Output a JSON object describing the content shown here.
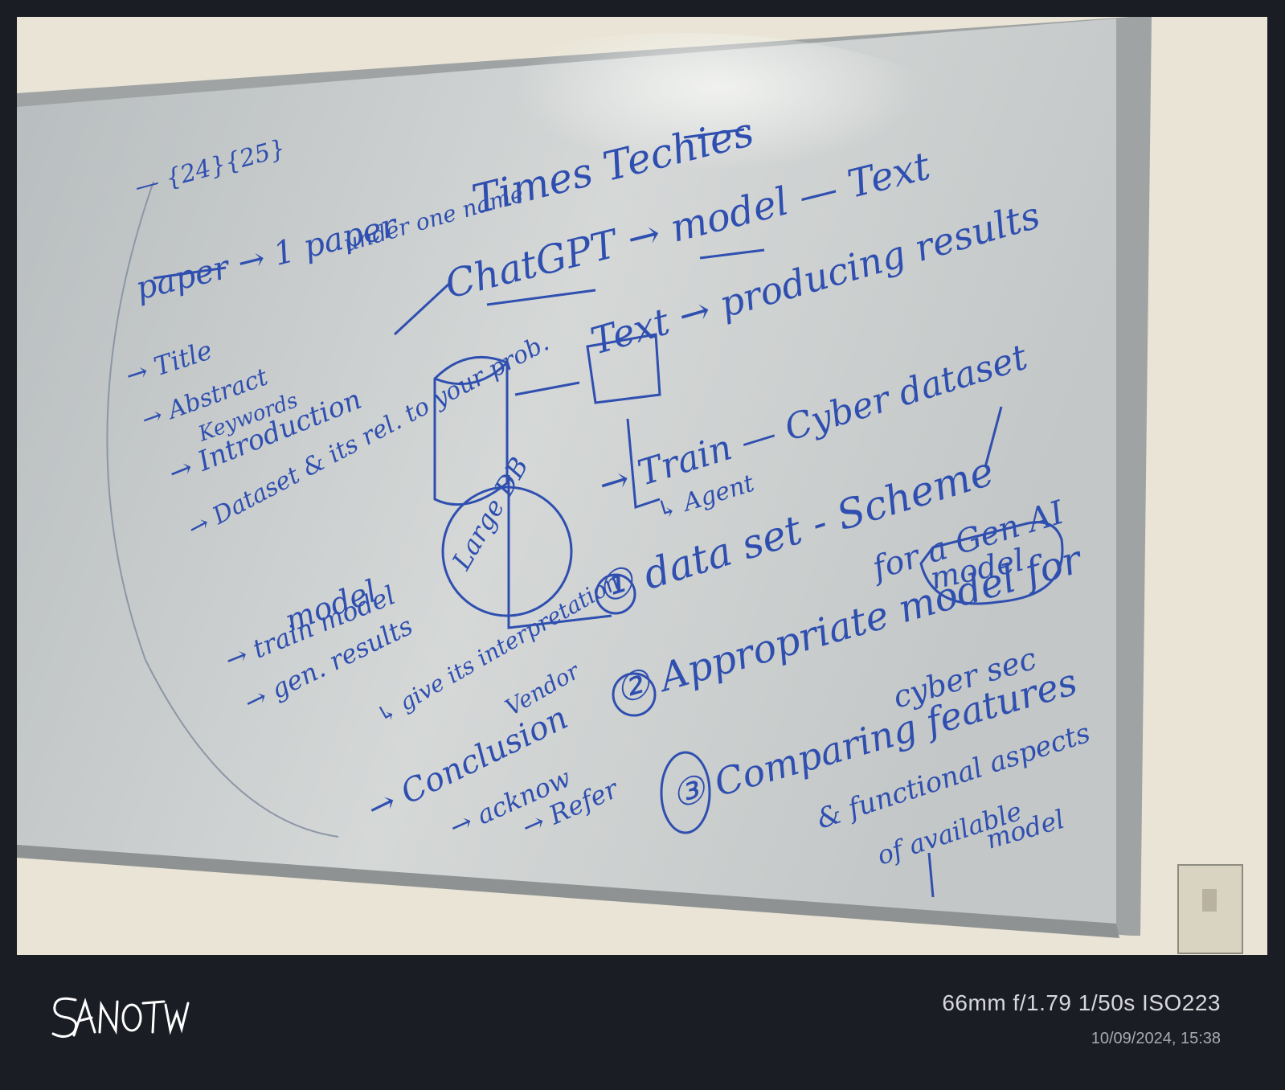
{
  "photo": {
    "subject": "whiteboard",
    "board_lines": [
      {
        "key": "l1",
        "text": "— {24}{25}"
      },
      {
        "key": "l2",
        "text": "paper → 1 paper"
      },
      {
        "key": "l3",
        "text": "under one name"
      },
      {
        "key": "l4",
        "text": "Times Techies"
      },
      {
        "key": "l5",
        "text": "ChatGPT → model — Text"
      },
      {
        "key": "l6",
        "text": "Text → producing results"
      },
      {
        "key": "l7",
        "text": "→ Title"
      },
      {
        "key": "l8",
        "text": "→ Abstract"
      },
      {
        "key": "l9",
        "text": "Keywords"
      },
      {
        "key": "l10",
        "text": "→ Introduction"
      },
      {
        "key": "l11",
        "text": "→ Dataset & its rel. to your prob."
      },
      {
        "key": "l12",
        "text": "→ Train — Cyber dataset"
      },
      {
        "key": "l13",
        "text": "↳ Agent"
      },
      {
        "key": "l14",
        "text": "Large DB"
      },
      {
        "key": "l15",
        "text": "model"
      },
      {
        "key": "l16",
        "text": "→ train model"
      },
      {
        "key": "l17",
        "text": "→ gen. results"
      },
      {
        "key": "l18",
        "text": "↳ give its interpretation"
      },
      {
        "key": "l19",
        "text": "Vendor"
      },
      {
        "key": "l20",
        "text": "→ Conclusion"
      },
      {
        "key": "l21",
        "text": "→ acknow"
      },
      {
        "key": "l22",
        "text": "→ Refer"
      },
      {
        "key": "l23",
        "text": "① data set - Scheme"
      },
      {
        "key": "l24",
        "text": "for a Gen AI"
      },
      {
        "key": "l25",
        "text": "model"
      },
      {
        "key": "l26",
        "text": "② Appropriate model for"
      },
      {
        "key": "l27",
        "text": "cyber sec"
      },
      {
        "key": "l28",
        "text": "③ Comparing features"
      },
      {
        "key": "l29",
        "text": "& functional aspects"
      },
      {
        "key": "l30",
        "text": "of available"
      },
      {
        "key": "l31",
        "text": "model"
      }
    ]
  },
  "watermark": {
    "brand": "SANOTW"
  },
  "camera": {
    "exif": "66mm  f/1.79  1/50s  ISO223",
    "datetime": "10/09/2024, 15:38"
  },
  "colors": {
    "frame": "#1b1d25",
    "board": "#c6cacb",
    "ink": "#2f4fb0"
  }
}
